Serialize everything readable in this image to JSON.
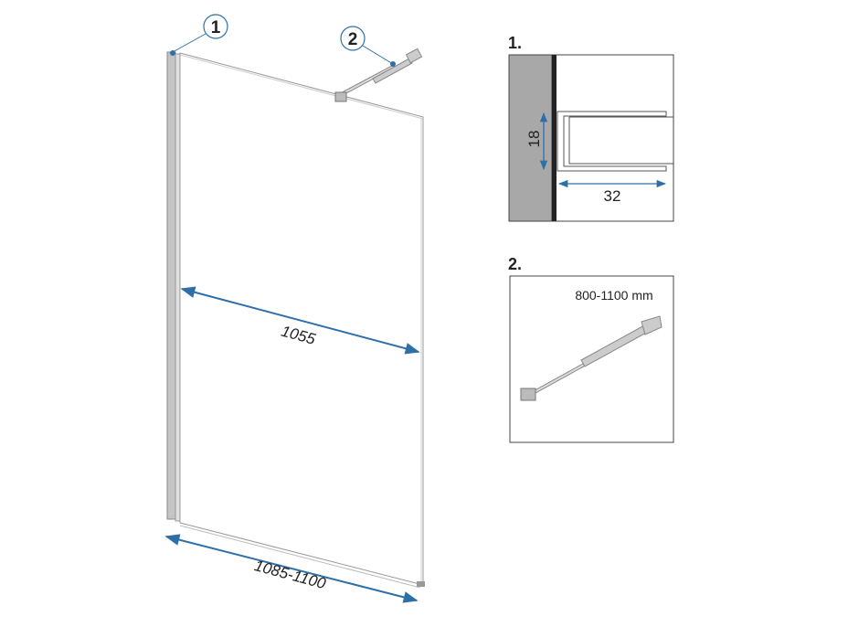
{
  "callouts": {
    "one": "1",
    "two": "2"
  },
  "dimensions": {
    "glass_width": "1055",
    "total_width": "1085-1100"
  },
  "detail1": {
    "label": "1.",
    "height_dim": "18",
    "depth_dim": "32"
  },
  "detail2": {
    "label": "2.",
    "range": "800-1100 mm"
  },
  "colors": {
    "dimension": "#2f6fa8",
    "wall": "#a8a8a8",
    "profile": "#c8c8c8"
  }
}
